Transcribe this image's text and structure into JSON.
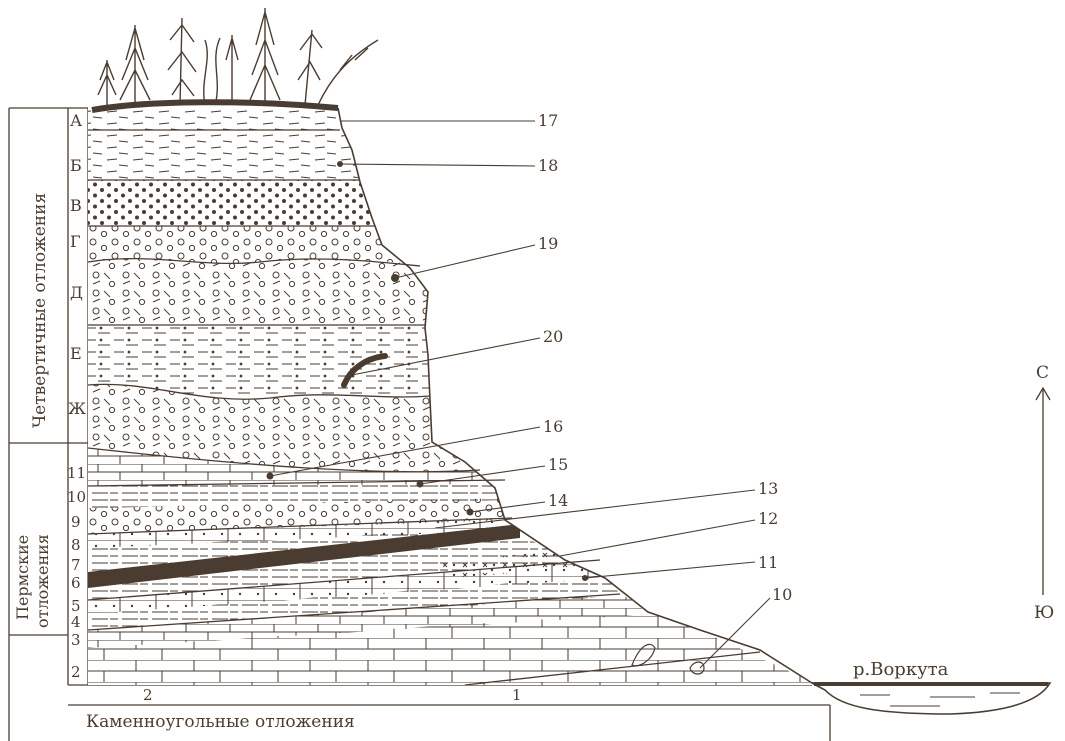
{
  "diagram": {
    "ink_color": "#4a3c30",
    "paper_color": "#ffffff",
    "labels": {
      "quaternary": "Четвертичные отложения",
      "permian_line1": "Пермские",
      "permian_line2": "отложения",
      "carboniferous": "Каменноугольные отложения",
      "river": "р.Воркута",
      "north": "С",
      "south": "Ю"
    },
    "quaternary_letters": [
      "А",
      "Б",
      "В",
      "Г",
      "Д",
      "Е",
      "Ж"
    ],
    "permian_numbers": [
      "2",
      "3",
      "4",
      "5",
      "6",
      "7",
      "8",
      "9",
      "10",
      "11"
    ],
    "bottom_numbers": [
      "2",
      "1"
    ],
    "callouts": [
      "10",
      "11",
      "12",
      "13",
      "14",
      "15",
      "16",
      "17",
      "18",
      "19",
      "20"
    ]
  }
}
